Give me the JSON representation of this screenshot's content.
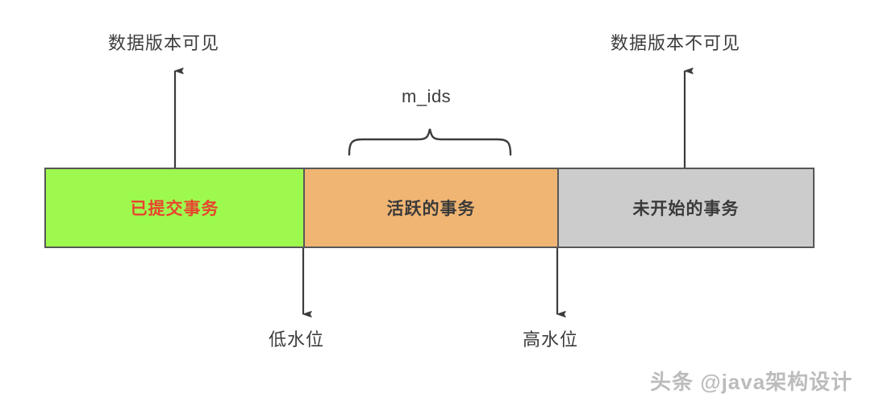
{
  "diagram": {
    "title_top_left": "数据版本可见",
    "title_top_right": "数据版本不可见",
    "brace_label": "m_ids",
    "bottom_left_label": "低水位",
    "bottom_right_label": "高水位",
    "segments": [
      {
        "name": "committed",
        "label": "已提交事务",
        "fill": "#9EF94E",
        "text_color": "#E8442F"
      },
      {
        "name": "active",
        "label": "活跃的事务",
        "fill": "#F0B573",
        "text_color": "#3A3A3A"
      },
      {
        "name": "not-started",
        "label": "未开始的事务",
        "fill": "#CCCCCC",
        "text_color": "#3A3A3A"
      }
    ],
    "stroke_color": "#575757",
    "watermark": "头条 @java架构设计"
  }
}
